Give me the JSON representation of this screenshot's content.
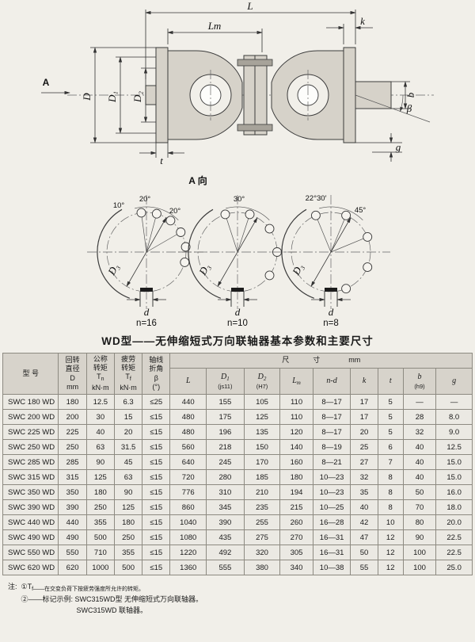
{
  "page": {
    "title": "WD型——无伸缩短式万向联轴器基本参数和主要尺寸"
  },
  "drawing": {
    "view_arrow": "A",
    "view_label": "A 向",
    "dims": {
      "L": "L",
      "Lm": "Lm",
      "k": "k",
      "D": "D",
      "D1": "D₁",
      "D2": "D₂",
      "b": "b",
      "beta": "β",
      "g": "g",
      "t": "t"
    }
  },
  "flange_diagrams": [
    {
      "n_label": "n=16",
      "d3": "D₃",
      "d": "d",
      "angles": [
        "10°",
        "20°",
        "20°"
      ]
    },
    {
      "n_label": "n=10",
      "d3": "D₃",
      "d": "d",
      "angles": [
        "30°"
      ]
    },
    {
      "n_label": "n=8",
      "d3": "D₃",
      "d": "d",
      "angles": [
        "22°30′",
        "45°"
      ]
    }
  ],
  "table": {
    "group": {
      "label": "尺            寸",
      "unit": "mm"
    },
    "columns_left": [
      {
        "lines": [
          "型  号"
        ]
      },
      {
        "lines": [
          "回转",
          "直径",
          "D",
          "mm"
        ]
      },
      {
        "lines": [
          "公称",
          "转矩",
          "T|n",
          "kN·m"
        ]
      },
      {
        "lines": [
          "疲劳",
          "转矩",
          "T|f",
          "kN·m"
        ]
      },
      {
        "lines": [
          "轴线",
          "折角",
          "β",
          "(°)"
        ]
      }
    ],
    "columns_right": [
      {
        "main": "L",
        "sub": ""
      },
      {
        "main": "D|1",
        "sub": "(js11)"
      },
      {
        "main": "D|2",
        "sub": "(H7)"
      },
      {
        "main": "L|m",
        "sub": ""
      },
      {
        "main": "n-d",
        "sub": ""
      },
      {
        "main": "k",
        "sub": ""
      },
      {
        "main": "t",
        "sub": ""
      },
      {
        "main": "b",
        "sub": "(h9)"
      },
      {
        "main": "g",
        "sub": ""
      }
    ],
    "rows": [
      [
        "SWC 180 WD",
        "180",
        "12.5",
        "6.3",
        "≤25",
        "440",
        "155",
        "105",
        "110",
        "8—17",
        "17",
        "5",
        "—",
        "—"
      ],
      [
        "SWC 200 WD",
        "200",
        "30",
        "15",
        "≤15",
        "480",
        "175",
        "125",
        "110",
        "8—17",
        "17",
        "5",
        "28",
        "8.0"
      ],
      [
        "SWC 225 WD",
        "225",
        "40",
        "20",
        "≤15",
        "480",
        "196",
        "135",
        "120",
        "8—17",
        "20",
        "5",
        "32",
        "9.0"
      ],
      [
        "SWC 250 WD",
        "250",
        "63",
        "31.5",
        "≤15",
        "560",
        "218",
        "150",
        "140",
        "8—19",
        "25",
        "6",
        "40",
        "12.5"
      ],
      [
        "SWC 285 WD",
        "285",
        "90",
        "45",
        "≤15",
        "640",
        "245",
        "170",
        "160",
        "8—21",
        "27",
        "7",
        "40",
        "15.0"
      ],
      [
        "SWC 315 WD",
        "315",
        "125",
        "63",
        "≤15",
        "720",
        "280",
        "185",
        "180",
        "10—23",
        "32",
        "8",
        "40",
        "15.0"
      ],
      [
        "SWC 350 WD",
        "350",
        "180",
        "90",
        "≤15",
        "776",
        "310",
        "210",
        "194",
        "10—23",
        "35",
        "8",
        "50",
        "16.0"
      ],
      [
        "SWC 390 WD",
        "390",
        "250",
        "125",
        "≤15",
        "860",
        "345",
        "235",
        "215",
        "10—25",
        "40",
        "8",
        "70",
        "18.0"
      ],
      [
        "SWC 440 WD",
        "440",
        "355",
        "180",
        "≤15",
        "1040",
        "390",
        "255",
        "260",
        "16—28",
        "42",
        "10",
        "80",
        "20.0"
      ],
      [
        "SWC 490 WD",
        "490",
        "500",
        "250",
        "≤15",
        "1080",
        "435",
        "275",
        "270",
        "16—31",
        "47",
        "12",
        "90",
        "22.5"
      ],
      [
        "SWC 550 WD",
        "550",
        "710",
        "355",
        "≤15",
        "1220",
        "492",
        "320",
        "305",
        "16—31",
        "50",
        "12",
        "100",
        "22.5"
      ],
      [
        "SWC 620 WD",
        "620",
        "1000",
        "500",
        "≤15",
        "1360",
        "555",
        "380",
        "340",
        "10—38",
        "55",
        "12",
        "100",
        "25.0"
      ]
    ]
  },
  "notes": {
    "prefix": "注:",
    "lines": [
      "①T|f——在交变负荷下按疲劳强度所允许的转矩。",
      "②——标记示例: SWC315WD型  无伸缩短式万向联轴器。",
      "SWC315WD  联轴器。"
    ]
  }
}
